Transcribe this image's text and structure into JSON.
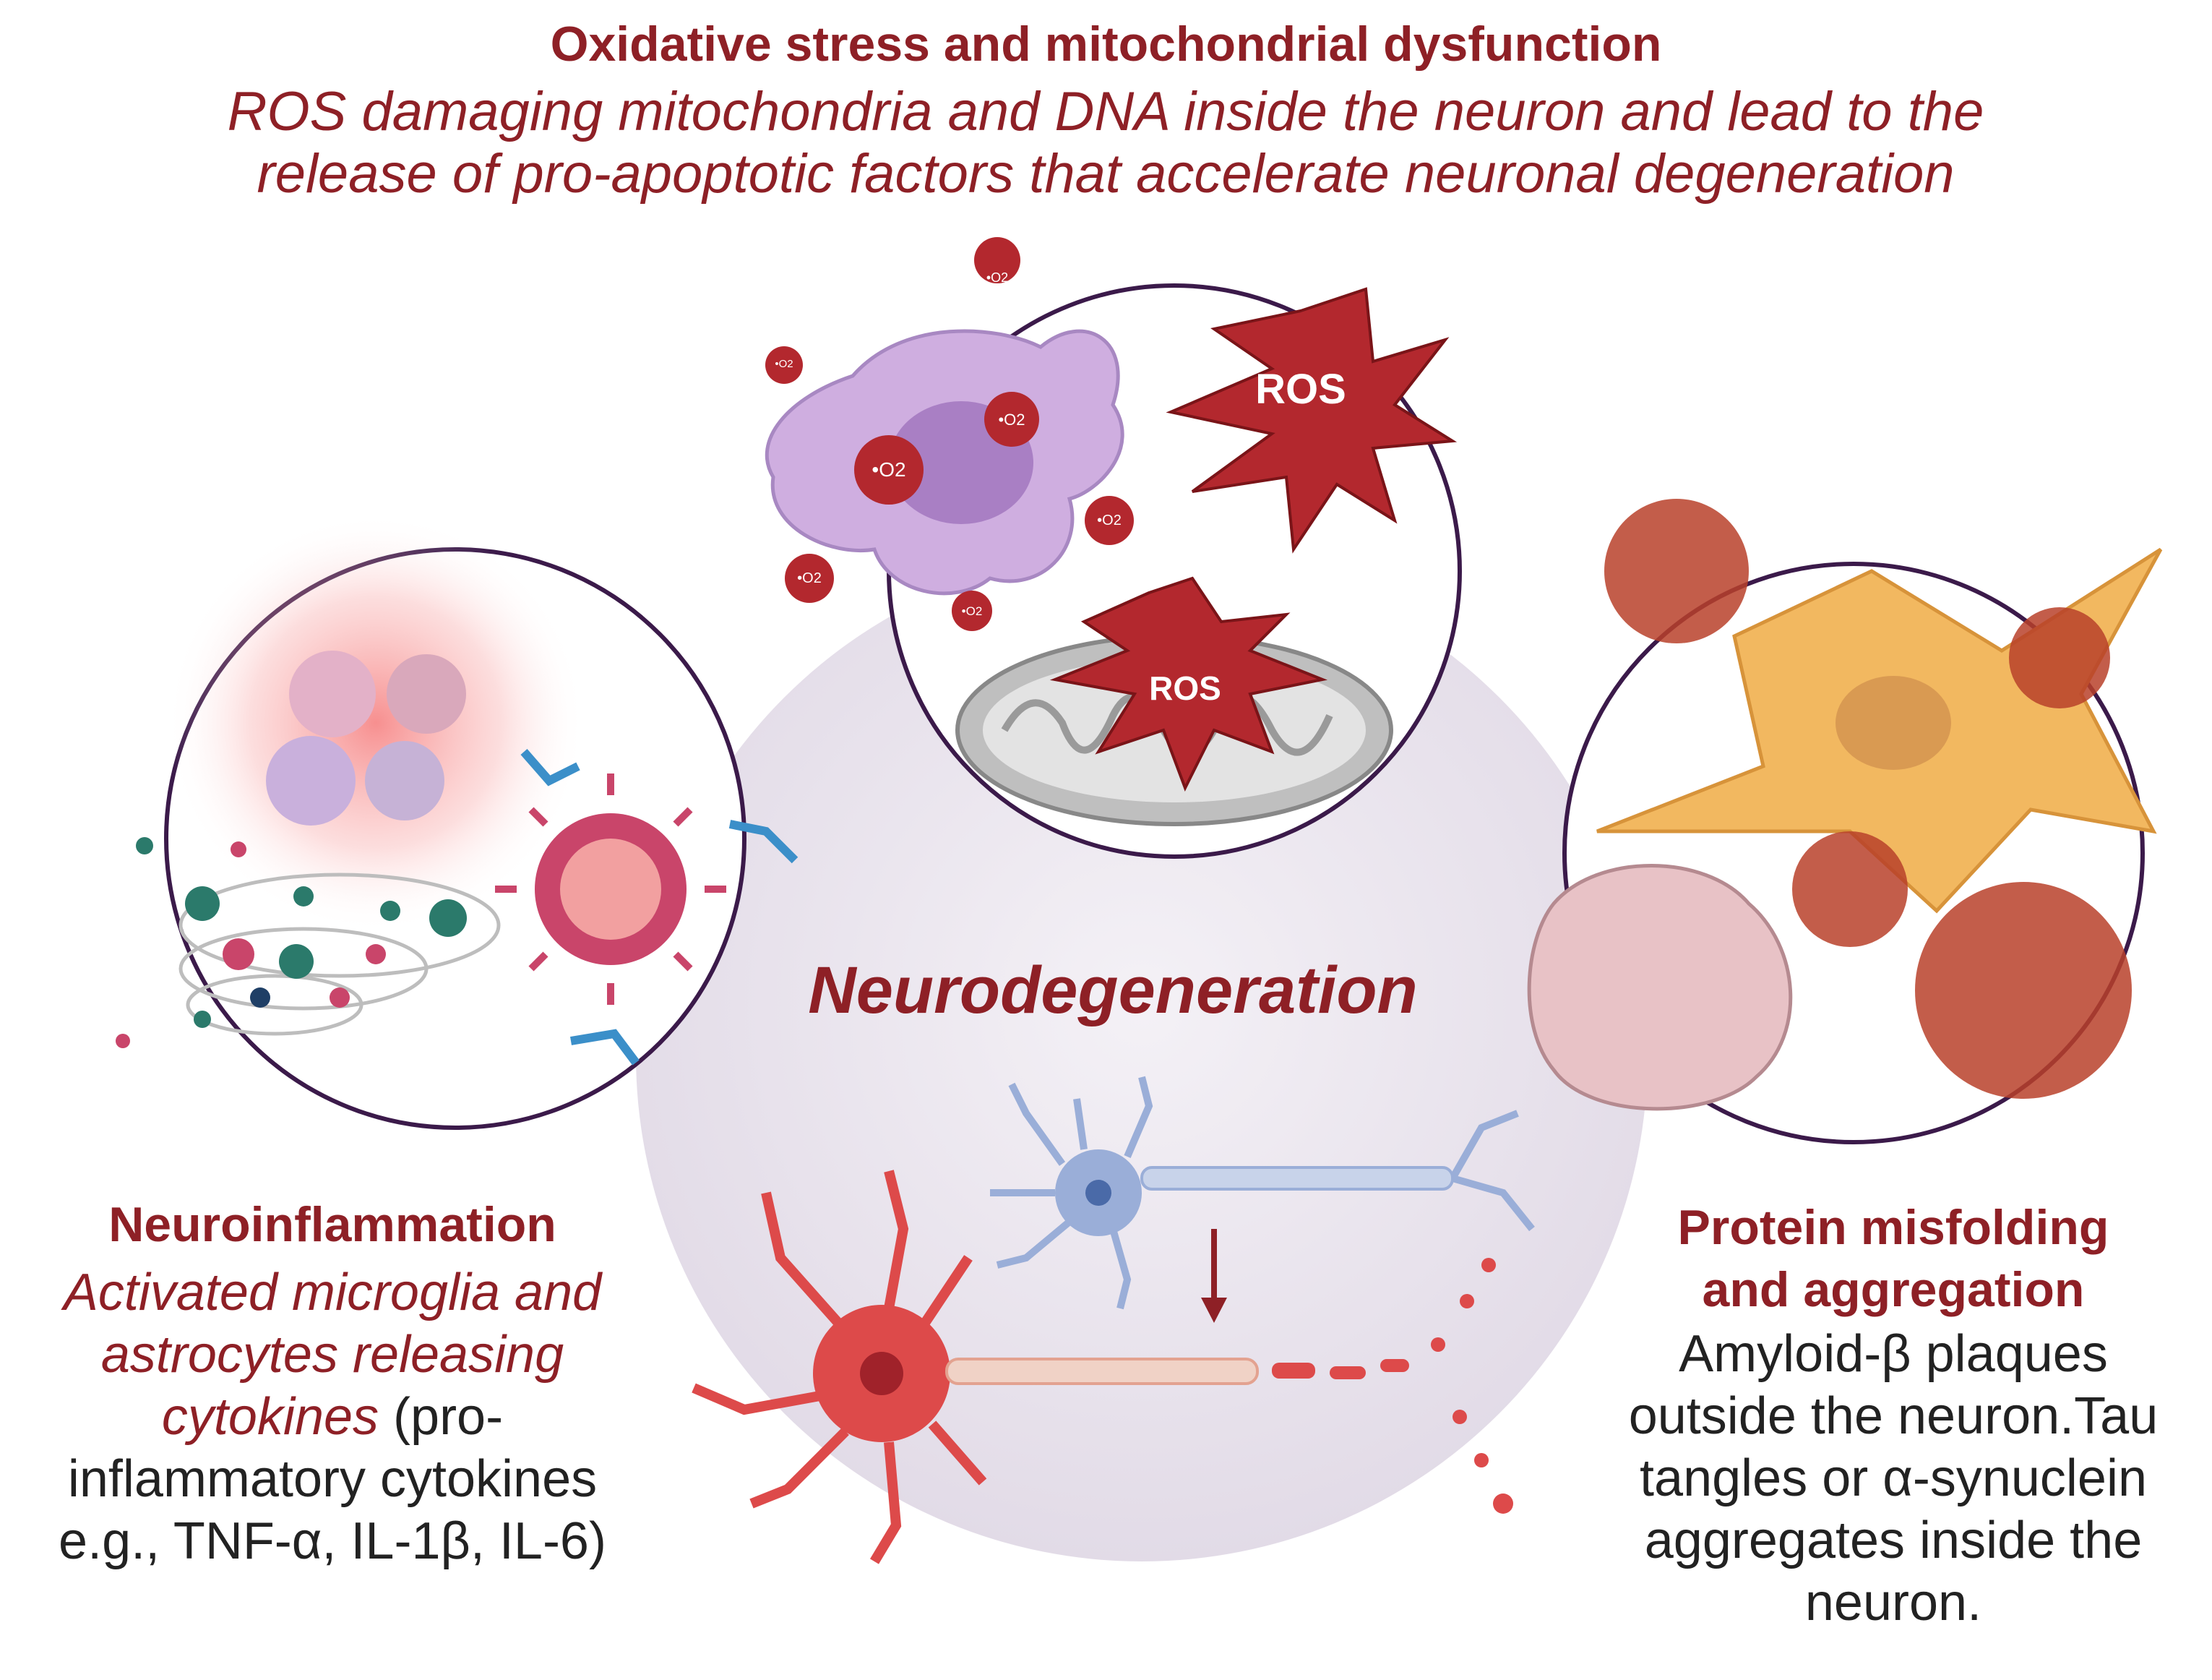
{
  "oxidative": {
    "title": "Oxidative stress and mitochondrial dysfunction",
    "line1": "ROS damaging mitochondria and DNA inside the neuron and lead to the",
    "line2": "release of pro-apoptotic factors that accelerate neuronal degeneration"
  },
  "center": {
    "label": "Neurodegeneration"
  },
  "inflammation": {
    "title": "Neuroinflammation",
    "line1": "Activated microglia and",
    "line2": "astrocytes releasing",
    "line3_italic": "cytokines",
    "line3_plain": " (pro-",
    "line4": "inflammatory cytokines",
    "line5": "e.g., TNF-α, IL-1β, IL-6)"
  },
  "protein": {
    "title1": "Protein misfolding",
    "title2": "and aggregation",
    "line1": "Amyloid-β plaques",
    "line2": "outside the neuron.Tau",
    "line3": "tangles or α-synuclein",
    "line4": "aggregates inside the",
    "line5": "neuron."
  },
  "ros_labels": {
    "large": "ROS",
    "mito": "ROS",
    "superoxide": "•O2"
  },
  "colors": {
    "heading": "#8e2026",
    "ros_fill": "#b3282e",
    "center_disc": "#e8e2ec",
    "circle_outline": "#3b1a4a",
    "healthy_neuron": "#9aaed8",
    "degenerating_neuron": "#dd4a4a",
    "microglia": "#c9a6dc",
    "mitochondrion": "#c9c9c9",
    "astrocyte": "#f2b860",
    "aggregate": "#b8412a",
    "antibody": "#3b8fc9",
    "virus": "#c9456a"
  }
}
